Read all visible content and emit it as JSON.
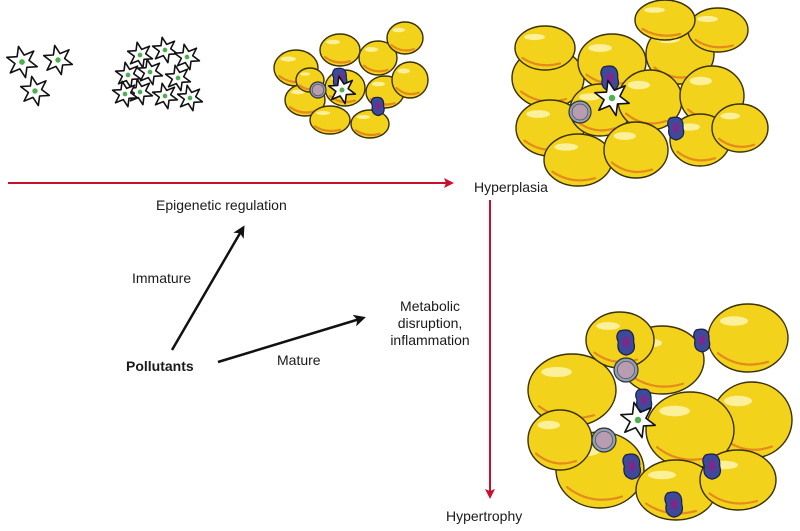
{
  "labels": {
    "hyperplasia": "Hyperplasia",
    "epigenetic": "Epigenetic regulation",
    "immature": "Immature",
    "mature": "Mature",
    "metabolic_line1": "Metabolic",
    "metabolic_line2": "disruption,",
    "metabolic_line3": "inflammation",
    "pollutants": "Pollutants",
    "hypertrophy": "Hypertrophy"
  },
  "colors": {
    "flow_arrow": "#c8102e",
    "black_arrow": "#111111",
    "adipocyte_fill": "#f2d21b",
    "adipocyte_stroke": "#3a3000",
    "adipocyte_highlight": "#fff6b0",
    "adipocyte_shadow": "#e58a1c",
    "nucleus_green": "#4caf50",
    "macrophage": "#3d4a9a",
    "macrophage_nucleus": "#7a2a8c",
    "monocyte": "#b89cb0"
  },
  "icons": {
    "preadipocyte": "stellate-cell-icon",
    "adipocyte": "fat-cell-icon",
    "macrophage": "immune-cell-icon"
  }
}
